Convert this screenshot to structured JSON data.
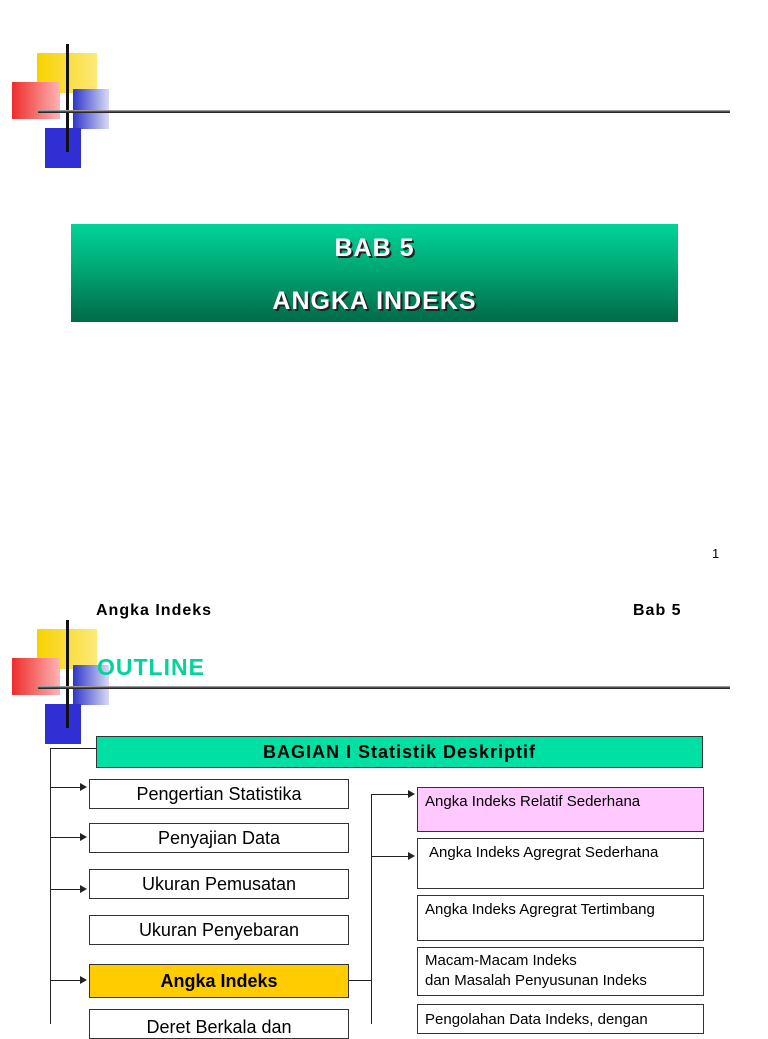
{
  "slide1": {
    "banner_line1": "BAB 5",
    "banner_line2": "ANGKA INDEKS",
    "page_number": "1"
  },
  "slide2": {
    "header_left": "Angka Indeks",
    "header_right": "Bab 5",
    "outline_title": "OUTLINE",
    "bagian": "BAGIAN  I  Statistik Deskriptif",
    "left_items": [
      {
        "label": "Pengertian Statistika"
      },
      {
        "label": "Penyajian Data"
      },
      {
        "label": "Ukuran Pemusatan"
      },
      {
        "label": "Ukuran Penyebaran"
      },
      {
        "label": "Angka Indeks"
      },
      {
        "label": "Deret Berkala dan"
      }
    ],
    "right_items": [
      {
        "label": "Angka Indeks Relatif Sederhana"
      },
      {
        "label": "Angka Indeks Agregrat Sederhana"
      },
      {
        "label": "Angka Indeks Agregrat Tertimbang"
      },
      {
        "label_line1": "Macam-Macam Indeks",
        "label_line2": "dan Masalah Penyusunan Indeks"
      },
      {
        "label": "Pengolahan Data Indeks, dengan"
      }
    ]
  },
  "colors": {
    "banner_green": "#00a874",
    "outline_green": "#00d49a",
    "bagian_green": "#00e0a4",
    "active_yellow": "#ffcc00",
    "highlight_pink": "#ffc8ff"
  }
}
